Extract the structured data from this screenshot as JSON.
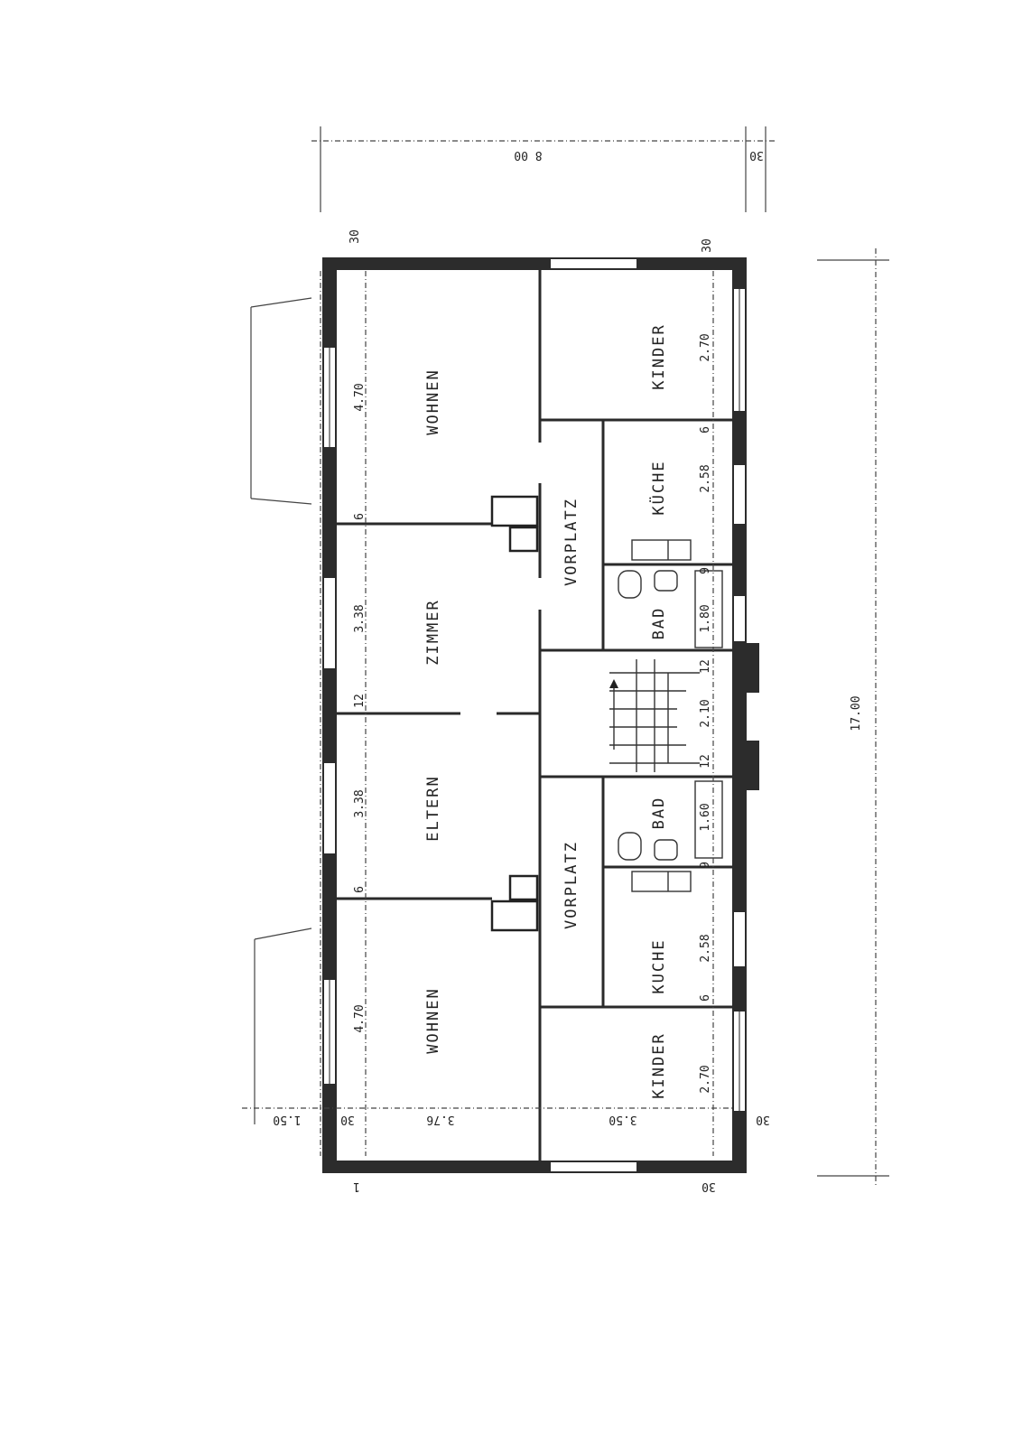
{
  "rooms": {
    "wohnen_top": "WOHNEN",
    "kinder_top": "KINDER",
    "kuche_top": "KÜCHE",
    "vorplatz_top": "VORPLATZ",
    "zimmer": "ZIMMER",
    "bad_top": "BAD",
    "eltern": "ELTERN",
    "bad_bottom": "BAD",
    "vorplatz_bottom": "VORPLATZ",
    "kuche_bottom": "KUCHE",
    "wohnen_bottom": "WOHNEN",
    "kinder_bottom": "KINDER"
  },
  "dims": {
    "overall_width": "8 00",
    "overall_edge": "30",
    "overall_length": "17.00",
    "wall_top_left": "30",
    "wall_top_right": "30",
    "wohnen_top_len": "4.70",
    "wall_6_a": "6",
    "zimmer_len": "3.38",
    "wall_12_a": "12",
    "eltern_len": "3.38",
    "wall_6_b": "6",
    "wohnen_bottom_len": "4.70",
    "kinder_top_len": "2.70",
    "wall_6_c": "6",
    "kuche_top_len": "2.58",
    "wall_9_a": "9",
    "bad_top_len": "1.80",
    "wall_12_b": "12",
    "stair_len": "2.10",
    "wall_12_c": "12",
    "bad_bottom_len": "1.60",
    "wall_9_b": "9",
    "kuche_bottom_len": "2.58",
    "wall_6_d": "6",
    "kinder_bottom_len": "2.70",
    "bottom_left_width": "3.76",
    "bottom_right_width": "3.50",
    "bottom_left_wall": "30",
    "bottom_right_wall": "30",
    "bottom_outer": "1.50",
    "bottom_corner_left": "1",
    "bottom_corner_right": "30"
  }
}
